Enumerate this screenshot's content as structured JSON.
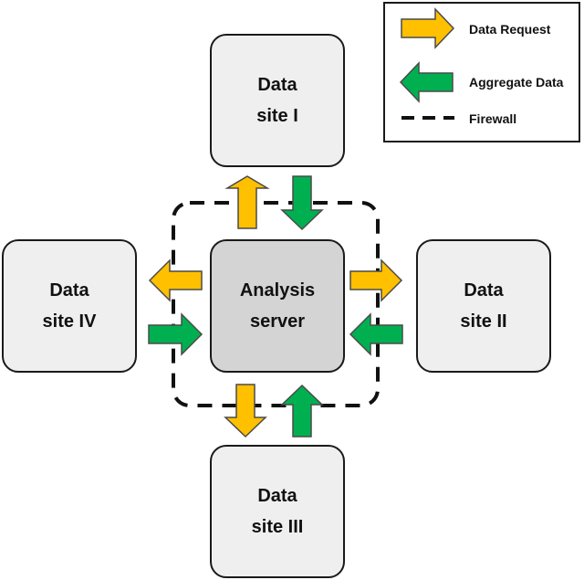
{
  "colors": {
    "request_arrow": "#ffc000",
    "aggregate_arrow": "#00b050",
    "arrow_outline": "#4a4a4a",
    "node_fill": "#efefef",
    "server_fill": "#d4d4d4",
    "firewall": "#111111"
  },
  "nodes": {
    "site_1": {
      "line1": "Data",
      "line2": "site I"
    },
    "site_2": {
      "line1": "Data",
      "line2": "site II"
    },
    "site_3": {
      "line1": "Data",
      "line2": "site III"
    },
    "site_4": {
      "line1": "Data",
      "line2": "site IV"
    },
    "server": {
      "line1": "Analysis",
      "line2": "server"
    }
  },
  "legend": {
    "request_label": "Data Request",
    "aggregate_label": "Aggregate Data",
    "firewall_label": "Firewall"
  }
}
